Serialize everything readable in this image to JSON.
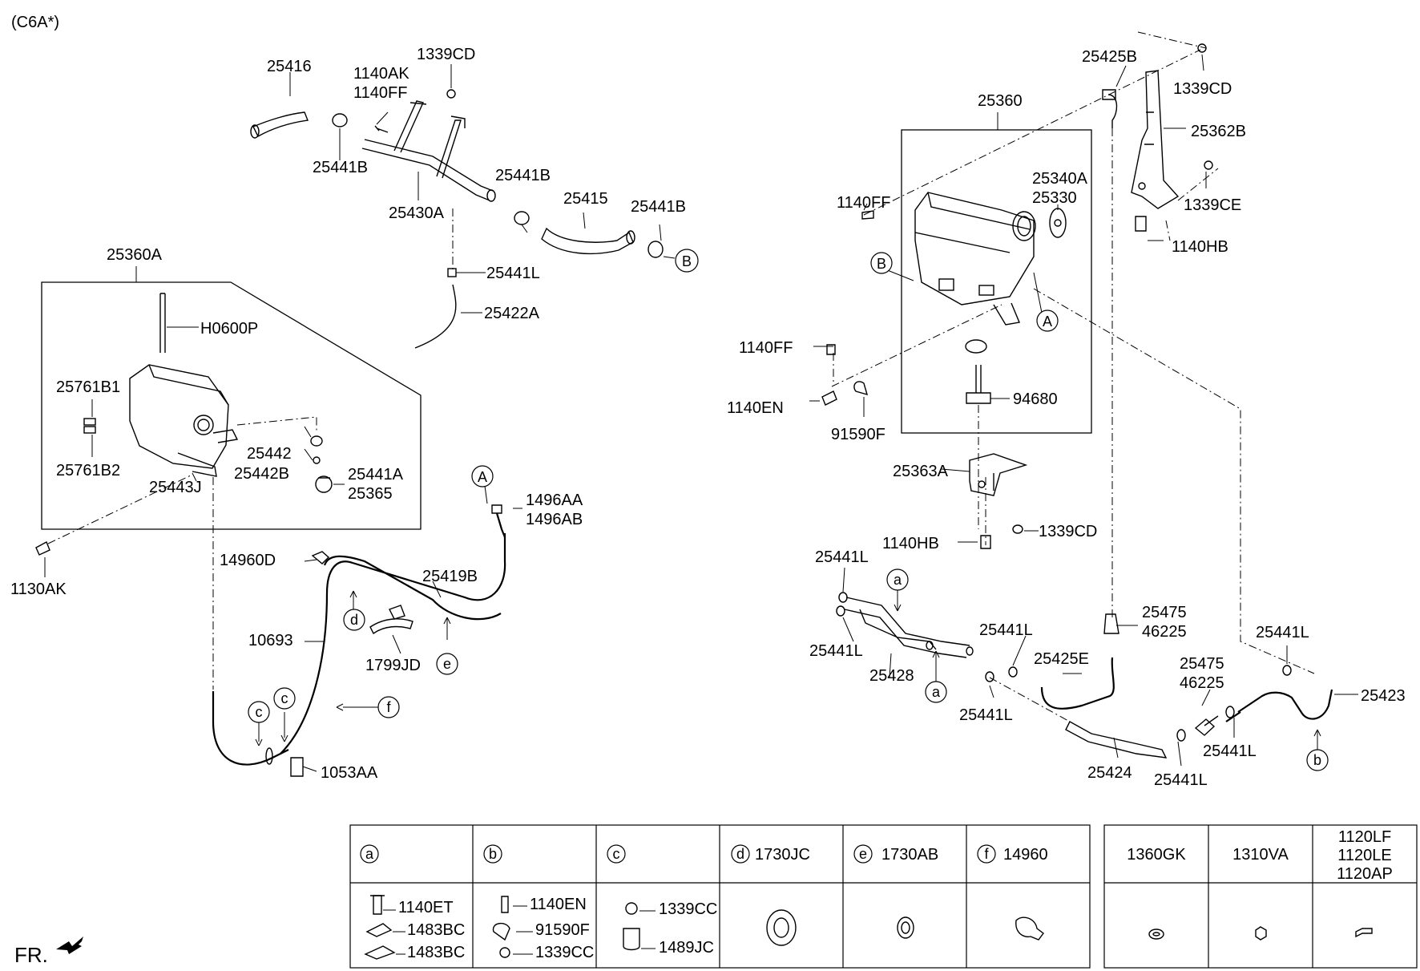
{
  "model_code": "(C6A*)",
  "front_indicator": "FR.",
  "ref_circles": {
    "A": "A",
    "B": "B",
    "a": "a",
    "b": "b",
    "c": "c",
    "d": "d",
    "e": "e",
    "f": "f"
  },
  "labels": {
    "p25416": "25416",
    "p1140AK": "1140AK",
    "p1140FF_top": "1140FF",
    "p1339CD_top": "1339CD",
    "p25441B_1": "25441B",
    "p25430A": "25430A",
    "p25441B_2": "25441B",
    "p25415": "25415",
    "p25441B_3": "25441B",
    "p25441L_top": "25441L",
    "p25422A": "25422A",
    "p25360A": "25360A",
    "pH0600P": "H0600P",
    "p25761B1": "25761B1",
    "p25761B2": "25761B2",
    "p25442": "25442",
    "p25442B": "25442B",
    "p25441A": "25441A",
    "p25365": "25365",
    "p25443J": "25443J",
    "p1130AK": "1130AK",
    "p1496AA": "1496AA",
    "p1496AB": "1496AB",
    "p14960D": "14960D",
    "p25419B": "25419B",
    "p10693": "10693",
    "p1799JD": "1799JD",
    "p1053AA": "1053AA",
    "p25425B": "25425B",
    "p1339CD_r1": "1339CD",
    "p25362B": "25362B",
    "p1339CE": "1339CE",
    "p1140HB_r1": "1140HB",
    "p25360": "25360",
    "p25340A": "25340A",
    "p25330": "25330",
    "p1140FF_r1": "1140FF",
    "p1140FF_r2": "1140FF",
    "p1140EN": "1140EN",
    "p91590F": "91590F",
    "p94680": "94680",
    "p25363A": "25363A",
    "p1140HB_r2": "1140HB",
    "p1339CD_r2": "1339CD",
    "p25441L_r1": "25441L",
    "p25441L_r2": "25441L",
    "p25428": "25428",
    "p25441L_r3": "25441L",
    "p25441L_r4": "25441L",
    "p25475_1": "25475",
    "p46225_1": "46225",
    "p25425E": "25425E",
    "p25424": "25424",
    "p25441L_r5": "25441L",
    "p25475_2": "25475",
    "p46225_2": "46225",
    "p25441L_r6": "25441L",
    "p25441L_r7": "25441L",
    "p25423": "25423"
  },
  "legend_table": {
    "columns": [
      {
        "key": "a",
        "code": "",
        "parts": [
          "1140ET",
          "1483BC",
          "1483BC"
        ]
      },
      {
        "key": "b",
        "code": "",
        "parts": [
          "1140EN",
          "91590F",
          "1339CC"
        ]
      },
      {
        "key": "c",
        "code": "",
        "parts": [
          "1339CC",
          "1489JC"
        ]
      },
      {
        "key": "d",
        "code": "1730JC",
        "parts": []
      },
      {
        "key": "e",
        "code": "1730AB",
        "parts": []
      },
      {
        "key": "f",
        "code": "14960",
        "parts": []
      }
    ]
  },
  "extra_table": {
    "columns": [
      {
        "code": "1360GK"
      },
      {
        "code": "1310VA"
      },
      {
        "code": "1120LF"
      },
      {
        "code": "1120LE"
      },
      {
        "code": "1120AP"
      }
    ]
  }
}
